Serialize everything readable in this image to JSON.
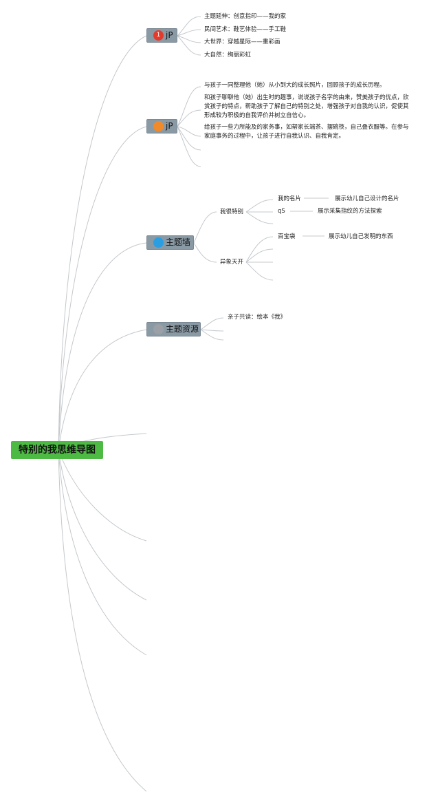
{
  "root": {
    "label": "特别的我思维导图",
    "color": "#4dbb43"
  },
  "topics": [
    {
      "label": "jP",
      "badge": "1",
      "badge_color": "#e43a2c"
    },
    {
      "label": "jP",
      "badge": "",
      "badge_color": "#f08a2a"
    },
    {
      "label": "主题墙",
      "badge": "",
      "badge_color": "#2a9ee0"
    },
    {
      "label": "主题资源",
      "badge": "",
      "badge_color": "#9aa0a5"
    }
  ],
  "topic1_items": [
    "主题延伸：创意指印——我的家",
    "民间艺术：鞋艺体验——手工鞋",
    "大世界：穿越星际——重彩画",
    "大自然：绚丽彩虹"
  ],
  "topic2_items": [
    "与孩子一同整理他（她）从小到大的成长照片，回顾孩子的成长历程。",
    "和孩子聊聊他（她）出生时的趣事，说说孩子名字的由来，赞美孩子的优点，欣赏孩子的特点，帮助孩子了解自己的特别之处，增强孩子对自我的认识，促使其形成较为积极的自我评价并树立自信心。",
    "给孩子一些力所能及的家务事，如帮家长端茶、摆碗筷，自己叠衣服等。在参与家庭事务的过程中，让孩子进行自我认识、自我肯定。"
  ],
  "topic3": {
    "groups": [
      {
        "label": "我很特别",
        "items": [
          {
            "label": "我的名片",
            "detail": "展示幼儿自己设计的名片"
          },
          {
            "label": "qS",
            "detail": "展示采集指纹的方法探索"
          }
        ]
      },
      {
        "label": "异象天开",
        "items": [
          {
            "label": "百宝袋",
            "detail": "展示幼儿自己发明的东西"
          }
        ]
      }
    ]
  },
  "topic4_items": [
    "亲子共读：绘本《我》"
  ]
}
